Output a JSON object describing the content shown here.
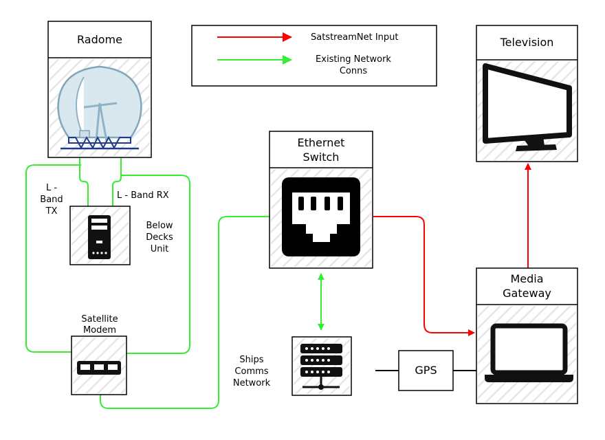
{
  "legend": {
    "input": "SatstreamNet Input",
    "existing_line1": "Existing Network",
    "existing_line2": "Conns"
  },
  "nodes": {
    "radome": "Radome",
    "television": "Television",
    "switch_line1": "Ethernet",
    "switch_line2": "Switch",
    "gateway_line1": "Media",
    "gateway_line2": "Gateway",
    "gps": "GPS",
    "below_line1": "Below",
    "below_line2": "Decks",
    "below_line3": "Unit",
    "modem_line1": "Satellite",
    "modem_line2": "Modem",
    "ships_line1": "Ships",
    "ships_line2": "Comms",
    "ships_line3": "Network"
  },
  "links": {
    "tx_line1": "L -",
    "tx_line2": "Band",
    "tx_line3": "TX",
    "rx": "L - Band RX"
  },
  "colors": {
    "input": "#ff0000",
    "existing": "#33ee33",
    "border": "#000000"
  }
}
